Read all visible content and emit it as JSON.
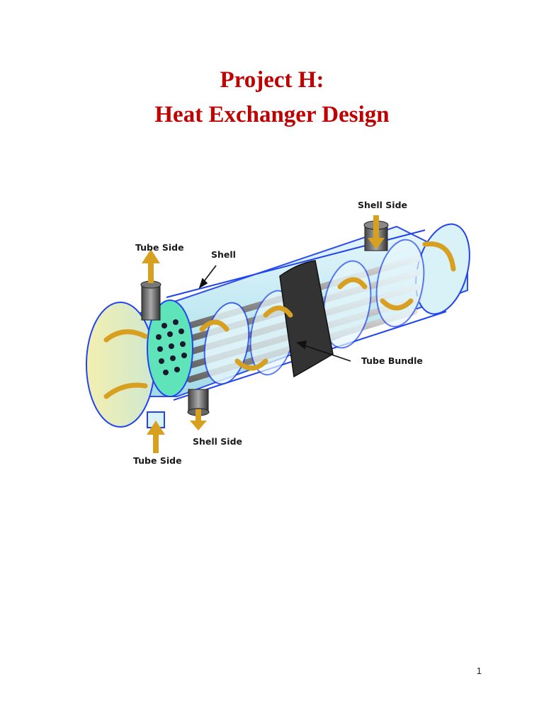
{
  "document": {
    "title_line1": "Project H:",
    "title_line2": "Heat Exchanger Design",
    "page_number": "1"
  },
  "diagram": {
    "labels": {
      "shell_side_top": "Shell Side",
      "tube_side_top": "Tube Side",
      "shell": "Shell",
      "tube_bundle": "Tube Bundle",
      "shell_side_bottom": "Shell Side",
      "tube_side_bottom": "Tube Side"
    }
  },
  "colors": {
    "title": "#c00000",
    "shell_fill": "#cfeef5",
    "outline": "#2244ee",
    "tube_sheet": "#5fe3b8",
    "arrow": "#d8a020",
    "belt": "#333333"
  }
}
